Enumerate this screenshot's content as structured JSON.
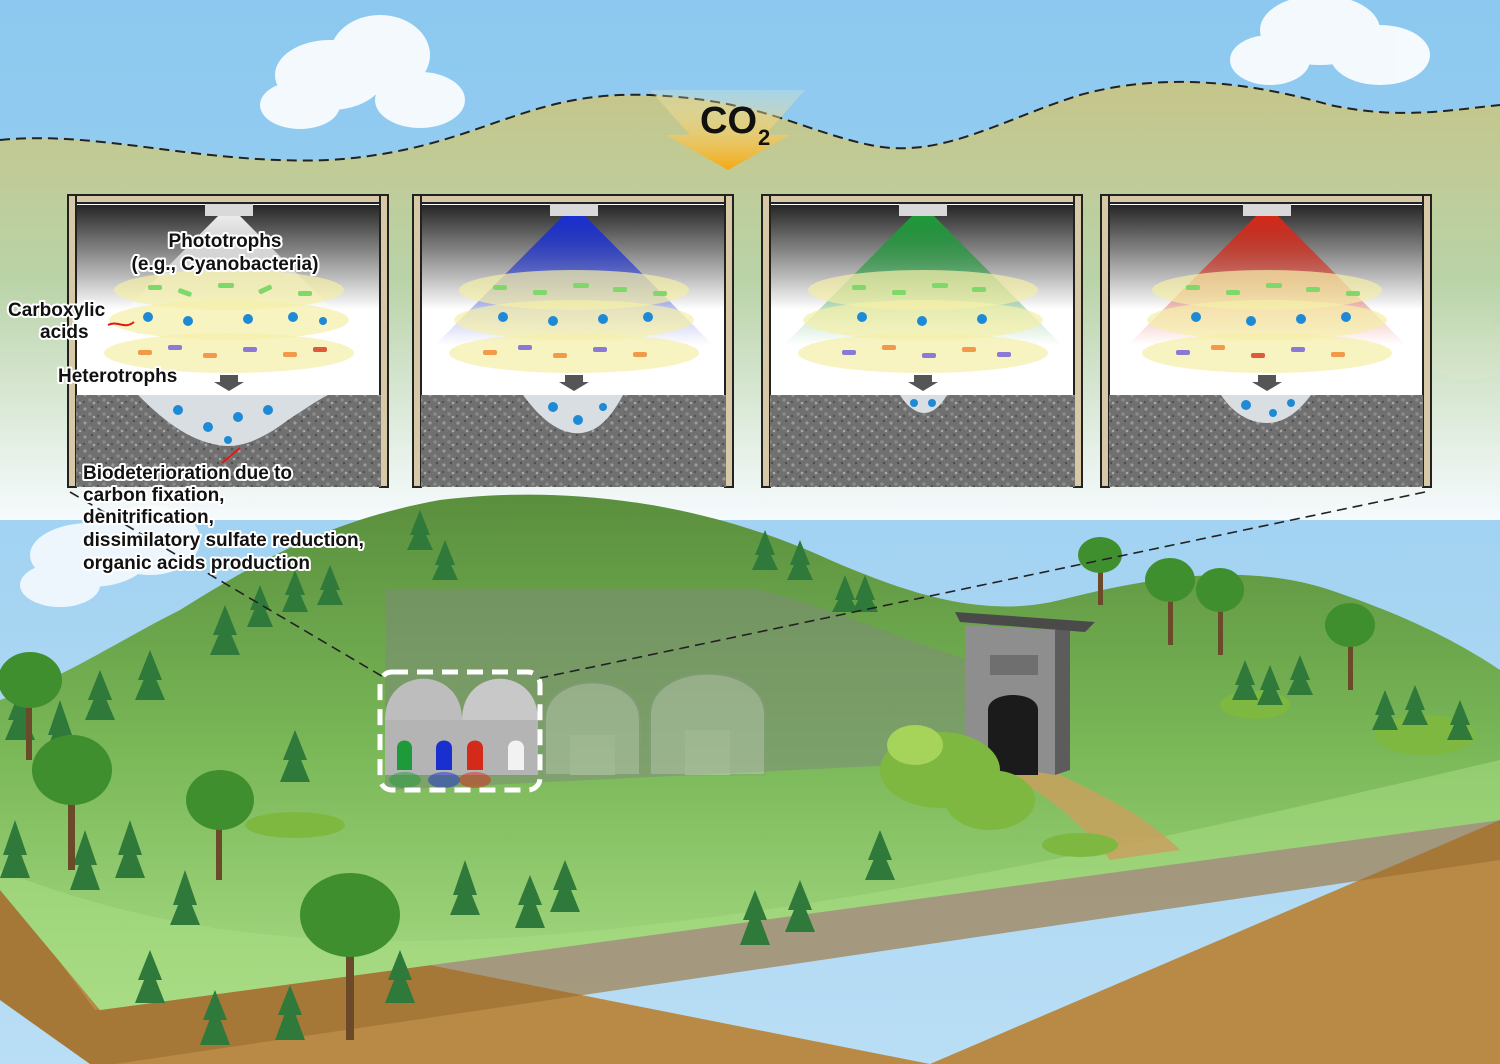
{
  "figure": {
    "co2": {
      "base": "CO",
      "subscript": "2"
    },
    "labels": {
      "phototrophs_line1": "Phototrophs",
      "phototrophs_line2": "(e.g., Cyanobacteria)",
      "carboxylic_line1": "Carboxylic",
      "carboxylic_line2": "acids",
      "heterotrophs": "Heterotrophs",
      "bio_line1": "Biodeterioration due to",
      "bio_line2": "carbon fixation,",
      "bio_line3": "denitrification,",
      "bio_line4": "dissimilatory sulfate reduction,",
      "bio_line5": "organic acids production"
    },
    "light_colors": [
      "#ffffff",
      "#1a2fd0",
      "#1f9a3a",
      "#d42a1a"
    ],
    "colors": {
      "sky": "#8fc9ee",
      "air_band": "#c8c98e",
      "hill": "#6fa64f",
      "grass": "#9ed27a",
      "soil": "#b98a46",
      "co2_arrow": "#f5b21a",
      "stone": "#6b6b6b"
    },
    "icons": [
      "cloud-icon",
      "tree-icon",
      "bush-icon",
      "tomb-gate-icon",
      "lamp-icon"
    ]
  }
}
